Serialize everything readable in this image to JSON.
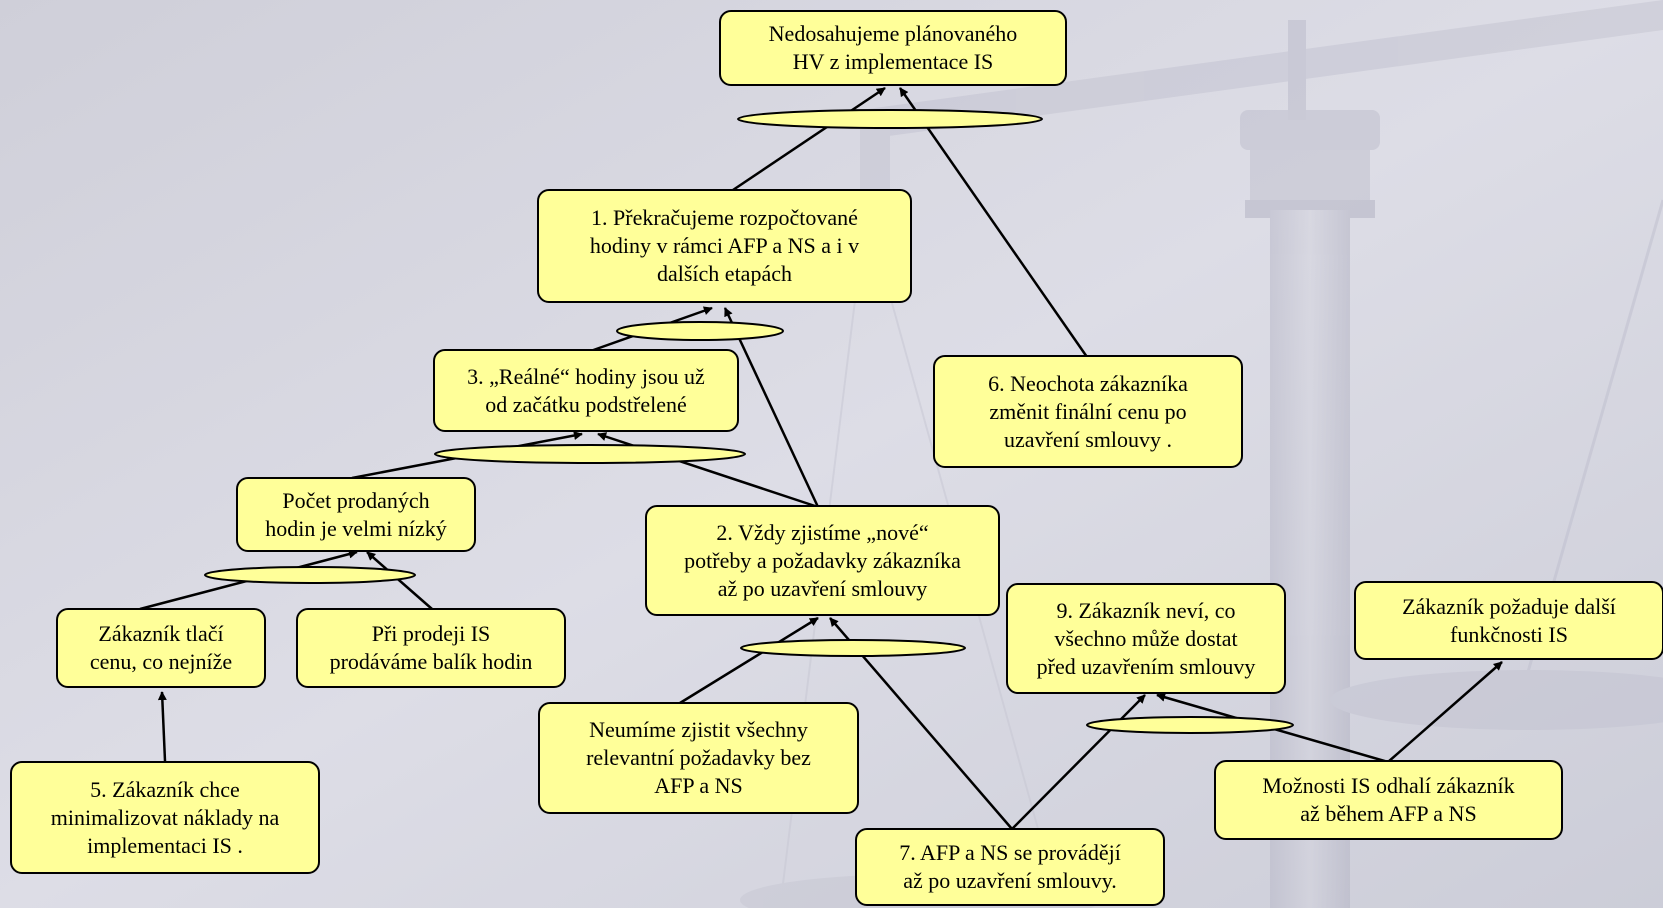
{
  "nodes": {
    "n_top": "Nedosahujeme plánovaného\nHV z implementace IS",
    "n1": "1. Překračujeme rozpočtované\nhodiny v rámci AFP a NS a i v\ndalších etapách",
    "n3": "3. „Reálné“ hodiny jsou už\nod začátku podstřelené",
    "n6": "6. Neochota zákazníka\nzměnit finální cenu po\nuzavření smlouvy .",
    "npocet": "Počet prodaných\nhodin je velmi nízký",
    "n2": "2. Vždy zjistíme „nové“\npotřeby a požadavky zákazníka\naž po uzavření smlouvy",
    "n9": "9. Zákazník neví, co\nvšechno může dostat\npřed uzavřením smlouvy",
    "ndalsi": "Zákazník požaduje další\nfunkčnosti IS",
    "ntlaci": "Zákazník tlačí\ncenu, co nejníže",
    "nbalik": "Při prodeji IS\nprodáváme balík hodin",
    "nneumime": "Neumíme zjistit všechny\nrelevantní požadavky bez\nAFP a NS",
    "nmoznosti": "Možnosti IS odhalí zákazník\naž během AFP a NS",
    "n5": "5. Zákazník chce\nminimalizovat náklady na\nimplementaci IS .",
    "n7": "7. AFP a NS se provádějí\naž po uzavření smlouvy."
  },
  "colors": {
    "node_fill": "#ffff99",
    "ellipse_fill": "#ffff99",
    "background": "#dadae4",
    "outline": "#000000"
  }
}
